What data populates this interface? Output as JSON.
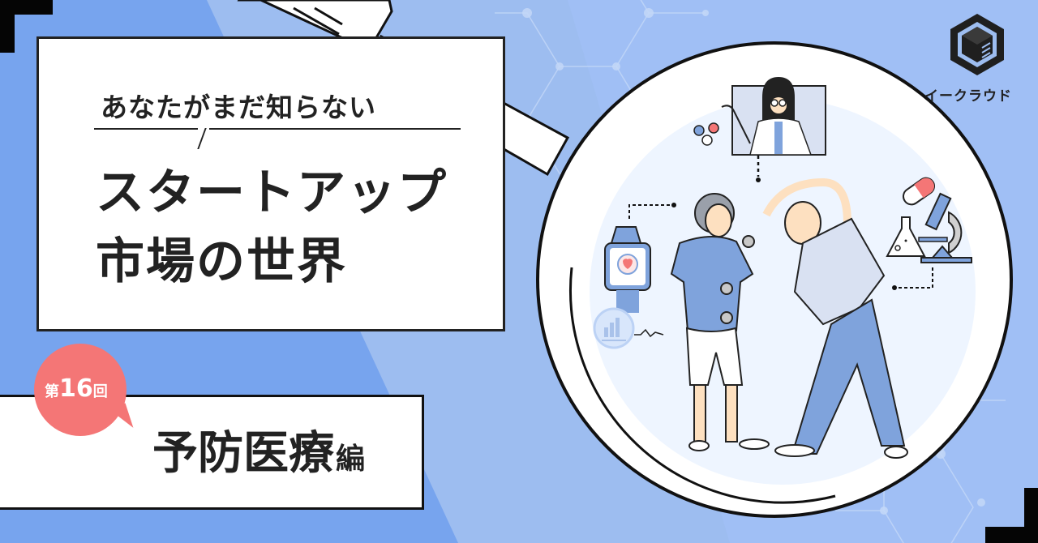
{
  "banner": {
    "lead_text": "あなたがまだ知らない",
    "title_line1": "スタートアップ",
    "title_line2": "市場の世界",
    "badge": {
      "prefix": "第",
      "number": "16",
      "suffix": "回"
    },
    "subtitle_main": "予防医療",
    "subtitle_suffix": "編"
  },
  "logo": {
    "name": "イークラウド",
    "icon": "hexagon-cube-logo-icon"
  },
  "illustration": {
    "theme": "magnifying-glass over preventive healthcare scene",
    "elements": [
      "doctor-video-call-icon",
      "pills-icon",
      "smartwatch-heart-icon",
      "bar-chart-icon",
      "capsule-icon",
      "flask-icon",
      "microscope-icon",
      "elderly-woman-dumbbells",
      "elderly-man-stretching"
    ]
  },
  "colors": {
    "bg_dark_blue": "#77a4ee",
    "bg_light_blue": "#9dbdf0",
    "badge_red": "#f47676",
    "text_dark": "#222222",
    "lens_inner": "#eef5ff",
    "figure_blue": "#7fa3dc"
  }
}
